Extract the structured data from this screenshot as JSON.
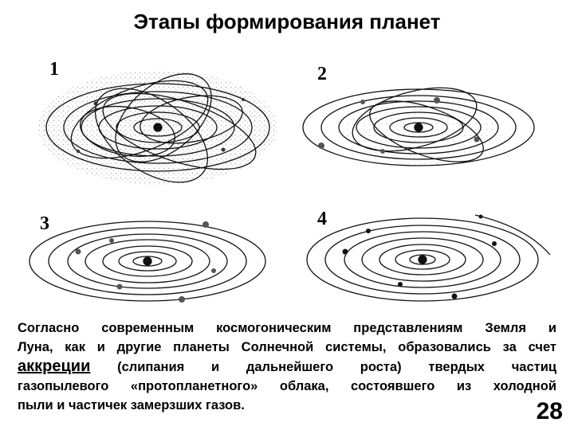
{
  "slide": {
    "title": "Этапы формирования планет",
    "page_number": "28"
  },
  "stages": [
    {
      "label": "1"
    },
    {
      "label": "2"
    },
    {
      "label": "3"
    },
    {
      "label": "4"
    }
  ],
  "text": {
    "line1": "Согласно современным космогоническим представлениям Земля и",
    "line2": "Луна, как и другие планеты Солнечной системы, образовались за счет",
    "line3_word": "аккреции",
    "line3_rest": " (слипания и дальнейшего роста) твердых частиц",
    "line4": "газопылевого «протопланетного» облака, состоявшего из холодной",
    "line5": "пыли и частичек замерзших газов."
  }
}
